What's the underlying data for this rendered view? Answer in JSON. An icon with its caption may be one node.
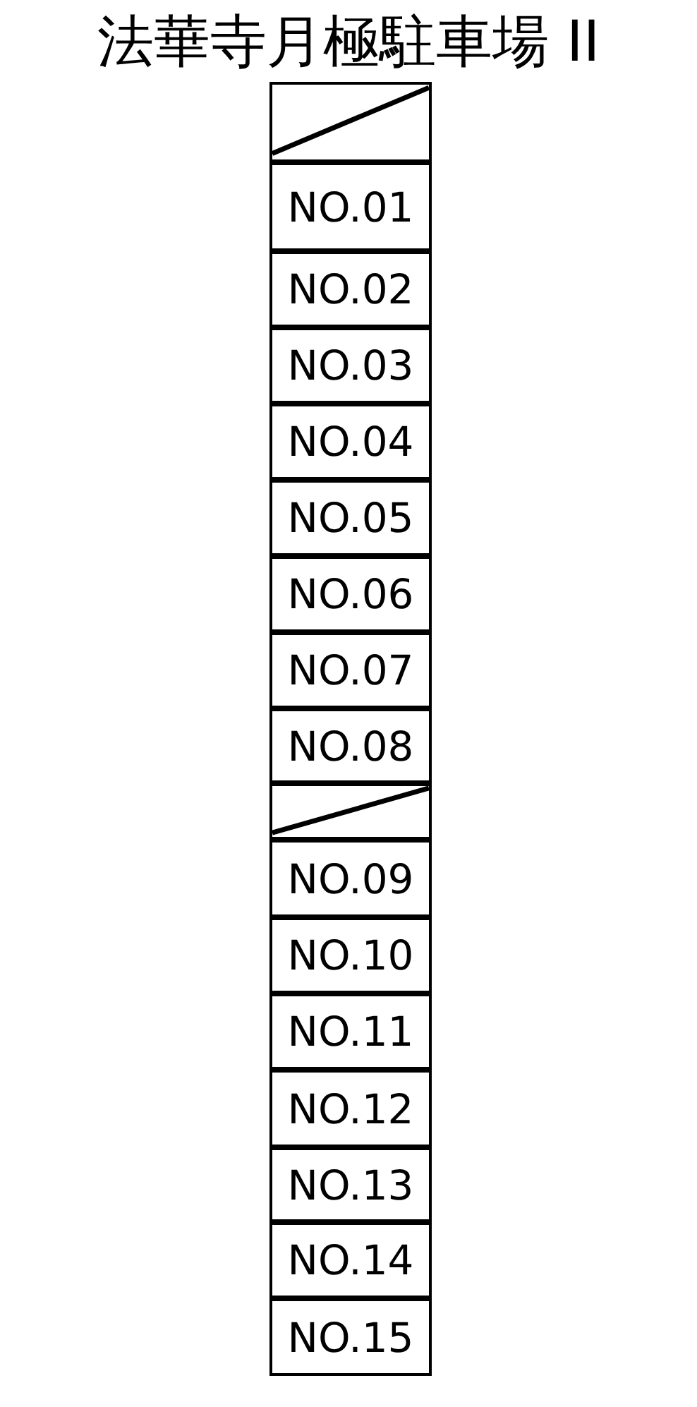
{
  "diagram": {
    "title": "法華寺月極駐車場 II",
    "nodes": [
      {
        "text": [],
        "shape": "box"
      },
      {
        "text": [
          "NO.01"
        ]
      },
      {
        "text": [
          "NO.02"
        ]
      },
      {
        "text": [
          "NO.03"
        ]
      },
      {
        "text": [
          "NO.04"
        ]
      },
      {
        "text": [
          "NO.05"
        ]
      },
      {
        "text": [
          "NO.06"
        ]
      },
      {
        "text": [
          "NO.07"
        ]
      },
      {
        "text": [
          "NO.08"
        ]
      },
      {
        "text": [],
        "shape": "box"
      },
      {
        "text": [
          "NO.09"
        ]
      },
      {
        "text": [
          "NO.10"
        ]
      },
      {
        "text": [
          "NO.11"
        ]
      },
      {
        "text": [
          "NO.12"
        ]
      },
      {
        "text": [
          "NO.13"
        ]
      },
      {
        "text": [
          "NO.14"
        ]
      },
      {
        "text": [
          "NO.15"
        ]
      }
    ]
  }
}
